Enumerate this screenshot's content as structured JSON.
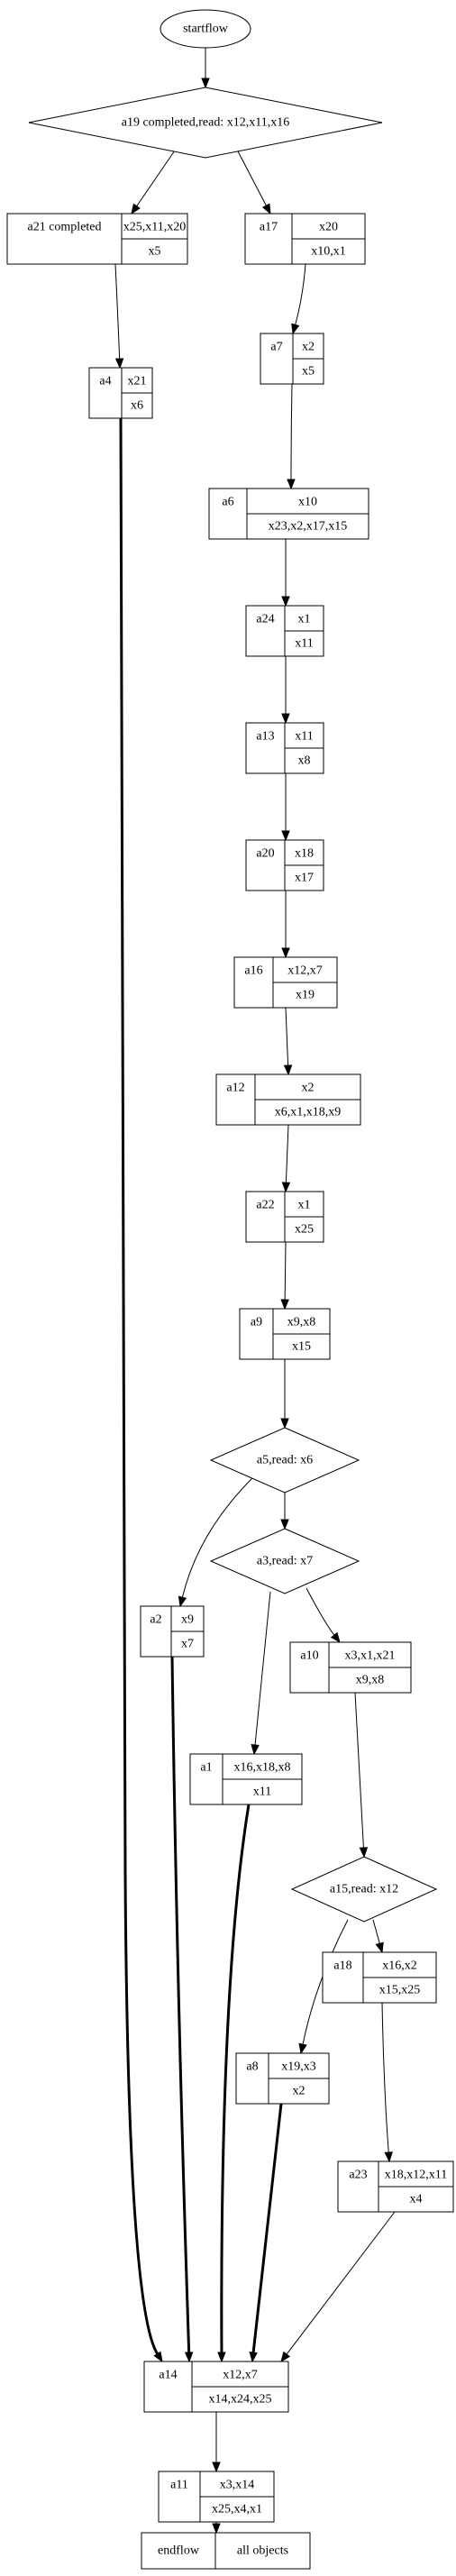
{
  "diagram": {
    "start": {
      "label": "startflow"
    },
    "end": {
      "name": "endflow",
      "value": "all objects"
    },
    "decisions": [
      {
        "id": "d1",
        "label": "a19 completed,read: x12,x11,x16"
      },
      {
        "id": "d2",
        "label": "a5,read: x6"
      },
      {
        "id": "d3",
        "label": "a3,read: x7"
      },
      {
        "id": "d4",
        "label": "a15,read: x12"
      }
    ],
    "records": [
      {
        "id": "a21",
        "name": "a21 completed",
        "top": "x25,x11,x20",
        "bottom": "x5"
      },
      {
        "id": "a17",
        "name": "a17",
        "top": "x20",
        "bottom": "x10,x1"
      },
      {
        "id": "a7",
        "name": "a7",
        "top": "x2",
        "bottom": "x5"
      },
      {
        "id": "a4",
        "name": "a4",
        "top": "x21",
        "bottom": "x6"
      },
      {
        "id": "a6",
        "name": "a6",
        "top": "x10",
        "bottom": "x23,x2,x17,x15"
      },
      {
        "id": "a24",
        "name": "a24",
        "top": "x1",
        "bottom": "x11"
      },
      {
        "id": "a13",
        "name": "a13",
        "top": "x11",
        "bottom": "x8"
      },
      {
        "id": "a20",
        "name": "a20",
        "top": "x18",
        "bottom": "x17"
      },
      {
        "id": "a16",
        "name": "a16",
        "top": "x12,x7",
        "bottom": "x19"
      },
      {
        "id": "a12",
        "name": "a12",
        "top": "x2",
        "bottom": "x6,x1,x18,x9"
      },
      {
        "id": "a22",
        "name": "a22",
        "top": "x1",
        "bottom": "x25"
      },
      {
        "id": "a9",
        "name": "a9",
        "top": "x9,x8",
        "bottom": "x15"
      },
      {
        "id": "a2",
        "name": "a2",
        "top": "x9",
        "bottom": "x7"
      },
      {
        "id": "a10",
        "name": "a10",
        "top": "x3,x1,x21",
        "bottom": "x9,x8"
      },
      {
        "id": "a1",
        "name": "a1",
        "top": "x16,x18,x8",
        "bottom": "x11"
      },
      {
        "id": "a18",
        "name": "a18",
        "top": "x16,x2",
        "bottom": "x15,x25"
      },
      {
        "id": "a8",
        "name": "a8",
        "top": "x19,x3",
        "bottom": "x2"
      },
      {
        "id": "a23",
        "name": "a23",
        "top": "x18,x12,x11",
        "bottom": "x4"
      },
      {
        "id": "a14",
        "name": "a14",
        "top": "x12,x7",
        "bottom": "x14,x24,x25"
      },
      {
        "id": "a11",
        "name": "a11",
        "top": "x3,x14",
        "bottom": "x25,x4,x1"
      }
    ],
    "edges": [
      {
        "from": "start",
        "to": "d1",
        "bold": false
      },
      {
        "from": "d1",
        "to": "a21",
        "bold": false
      },
      {
        "from": "d1",
        "to": "a17",
        "bold": false
      },
      {
        "from": "a21",
        "to": "a4",
        "bold": false
      },
      {
        "from": "a17",
        "to": "a7",
        "bold": false
      },
      {
        "from": "a7",
        "to": "a6",
        "bold": false
      },
      {
        "from": "a6",
        "to": "a24",
        "bold": false
      },
      {
        "from": "a24",
        "to": "a13",
        "bold": false
      },
      {
        "from": "a13",
        "to": "a20",
        "bold": false
      },
      {
        "from": "a20",
        "to": "a16",
        "bold": false
      },
      {
        "from": "a16",
        "to": "a12",
        "bold": false
      },
      {
        "from": "a12",
        "to": "a22",
        "bold": false
      },
      {
        "from": "a22",
        "to": "a9",
        "bold": false
      },
      {
        "from": "a9",
        "to": "d2",
        "bold": false
      },
      {
        "from": "d2",
        "to": "a2",
        "bold": false
      },
      {
        "from": "d2",
        "to": "d3",
        "bold": false
      },
      {
        "from": "d3",
        "to": "a1",
        "bold": false
      },
      {
        "from": "d3",
        "to": "a10",
        "bold": false
      },
      {
        "from": "a10",
        "to": "d4",
        "bold": false
      },
      {
        "from": "d4",
        "to": "a8",
        "bold": false
      },
      {
        "from": "d4",
        "to": "a18",
        "bold": false
      },
      {
        "from": "a18",
        "to": "a23",
        "bold": false
      },
      {
        "from": "a4",
        "to": "a14",
        "bold": true
      },
      {
        "from": "a2",
        "to": "a14",
        "bold": true
      },
      {
        "from": "a1",
        "to": "a14",
        "bold": true
      },
      {
        "from": "a8",
        "to": "a14",
        "bold": true
      },
      {
        "from": "a23",
        "to": "a14",
        "bold": false
      },
      {
        "from": "a14",
        "to": "a11",
        "bold": false
      },
      {
        "from": "a11",
        "to": "end",
        "bold": false
      }
    ]
  }
}
